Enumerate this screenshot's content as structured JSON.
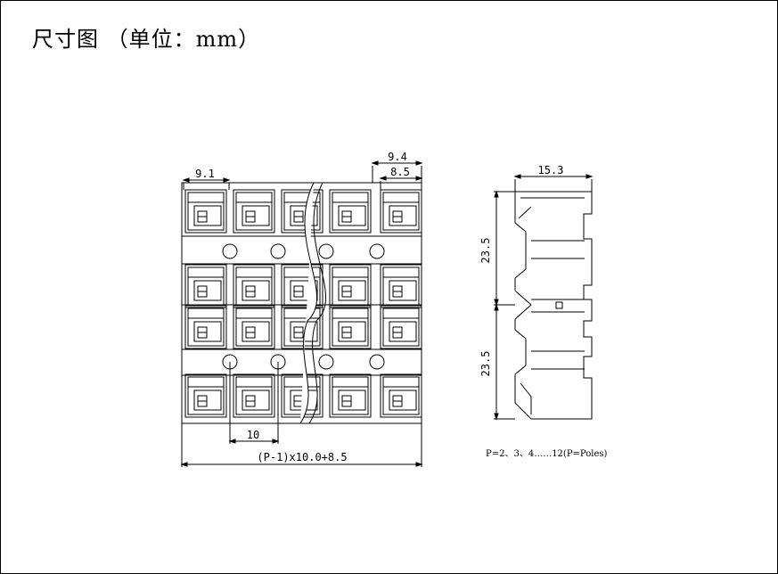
{
  "title": "尺寸图 （单位：mm）",
  "front_view": {
    "dims": {
      "top_left_width": "9.1",
      "top_right_outer": "9.4",
      "top_right_inner": "8.5",
      "pitch": "10",
      "overall": "(P-1)x10.0+8.5"
    }
  },
  "side_view": {
    "dims": {
      "width": "15.3",
      "height_top": "23.5",
      "height_bottom": "23.5"
    }
  },
  "poles_note": "P=2、3、4……12(P=Poles)",
  "colors": {
    "line": "#000000",
    "background": "#ffffff"
  }
}
